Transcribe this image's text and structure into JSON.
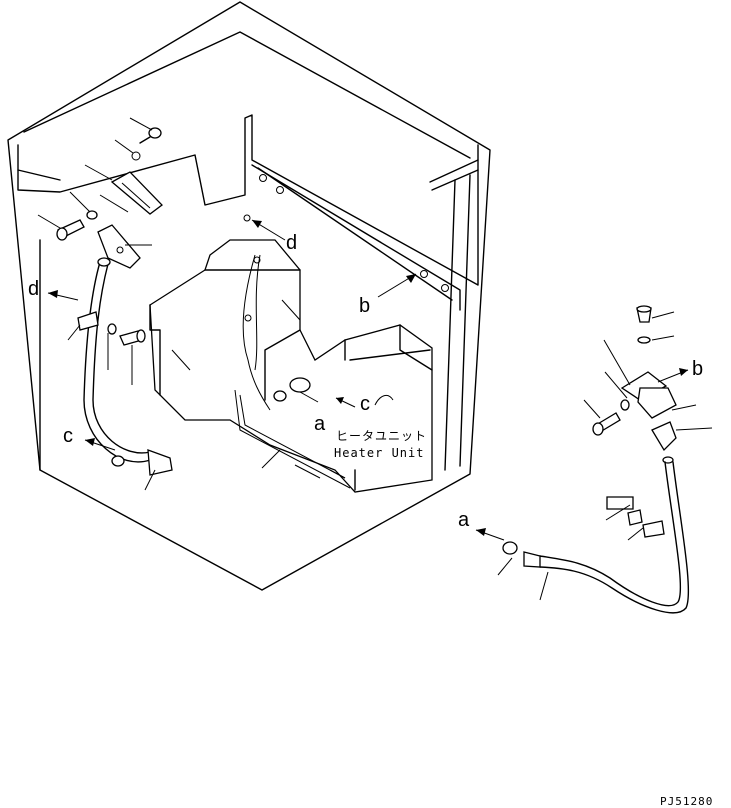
{
  "labels": {
    "a_main": "a",
    "b_main": "b",
    "c_main": "c",
    "c_left": "c",
    "d_main": "d",
    "d_left": "d",
    "a_sub": "a",
    "b_sub": "b"
  },
  "heater_unit": {
    "jp": "ヒータユニット",
    "en": "Heater Unit"
  },
  "drawing_code": "PJ51280"
}
